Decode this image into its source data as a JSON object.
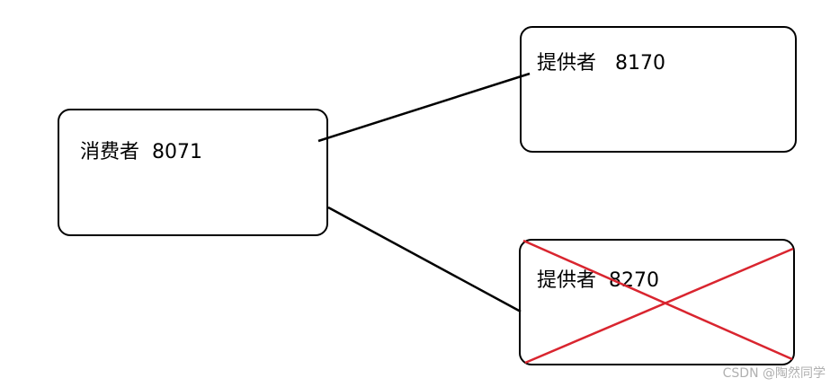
{
  "nodes": {
    "consumer": {
      "name": "消费者",
      "port": "8071"
    },
    "provider_a": {
      "name": "提供者",
      "port": "8170"
    },
    "provider_b": {
      "name": "提供者",
      "port": "8270",
      "status": "unavailable"
    }
  },
  "colors": {
    "box_border": "#000000",
    "connector": "#000000",
    "cross_mark": "#d9252f"
  },
  "watermark": "CSDN @陶然同学"
}
